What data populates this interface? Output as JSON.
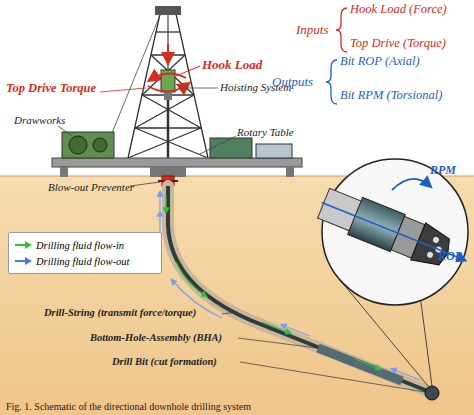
{
  "diagram": {
    "caption": "Fig. 1. Schematic of the directional downhole drilling system",
    "labels": [
      "Hook Load",
      "Top Drive Torque",
      "Inputs",
      "Hook Load (Force)",
      "Top Drive (Torque)",
      "Outputs",
      "Bit ROP (Axial)",
      "Bit RPM (Torsional)",
      "Hoisting System",
      "Drawworks",
      "Rotary Table",
      "Blow-out Preventer",
      "RPM",
      "ROP",
      "Drill-String (transmit force/torque)",
      "Bottom-Hole-Assembly (BHA)",
      "Drill Bit (cut formation)"
    ],
    "legend": [
      {
        "text": "Drilling fluid flow-in"
      },
      {
        "text": "Drilling fluid flow-out"
      }
    ]
  }
}
